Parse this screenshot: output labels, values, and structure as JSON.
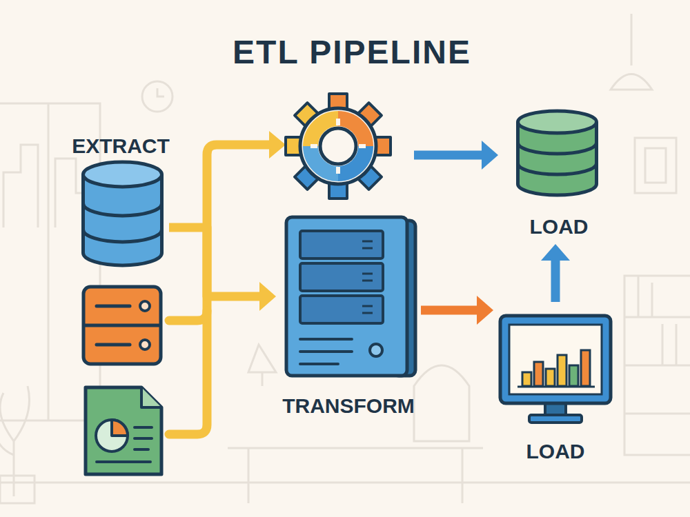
{
  "diagram": {
    "title": "ETL PIPELINE",
    "nodes": [
      {
        "text": [
          "EXTRACT"
        ]
      },
      {
        "text": [
          "TRANSFORM"
        ]
      },
      {
        "text": [
          "LOAD"
        ]
      },
      {
        "text": [
          "LOAD"
        ]
      }
    ],
    "edges": [
      {
        "from": 0,
        "to": 1,
        "arrow": "to"
      },
      {
        "from": 1,
        "to": 3,
        "arrow": "to"
      },
      {
        "from": 3,
        "to": 2,
        "arrow": "to"
      }
    ]
  }
}
